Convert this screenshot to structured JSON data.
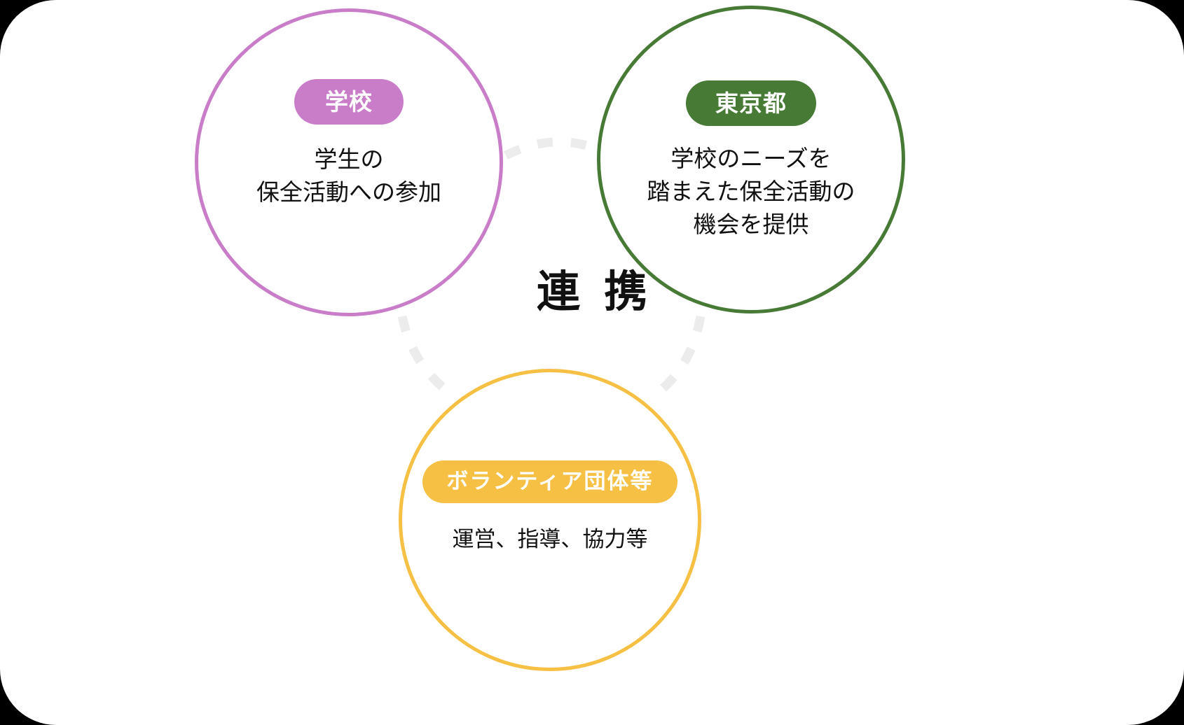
{
  "diagram": {
    "type": "venn-triad-collaboration",
    "card_background": "#ffffff",
    "page_background": "#000000",
    "center_label": "連携",
    "connector_color": "#ececec",
    "connector_style": "dashed",
    "nodes": [
      {
        "id": "school",
        "badge": "学校",
        "body": "学生の\n保全活動への参加",
        "accent_color": "#c97dc9",
        "position": "top-left"
      },
      {
        "id": "tokyo",
        "badge": "東京都",
        "body": "学校のニーズを\n踏まえた保全活動の\n機会を提供",
        "accent_color": "#467a35",
        "position": "top-right"
      },
      {
        "id": "volunteer",
        "badge": "ボランティア団体等",
        "body": "運営、指導、協力等",
        "accent_color": "#f5c043",
        "position": "bottom-center"
      }
    ]
  }
}
